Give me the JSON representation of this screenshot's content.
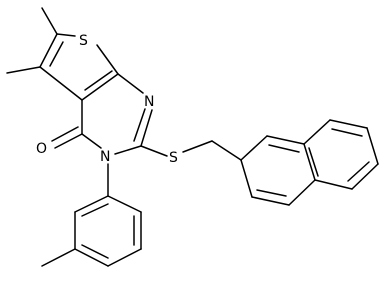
{
  "atoms": {
    "sulfur_ring": "S",
    "sulfur_thioether": "S",
    "nitrogen_top": "N",
    "nitrogen_bottom": "N",
    "oxygen": "O"
  }
}
